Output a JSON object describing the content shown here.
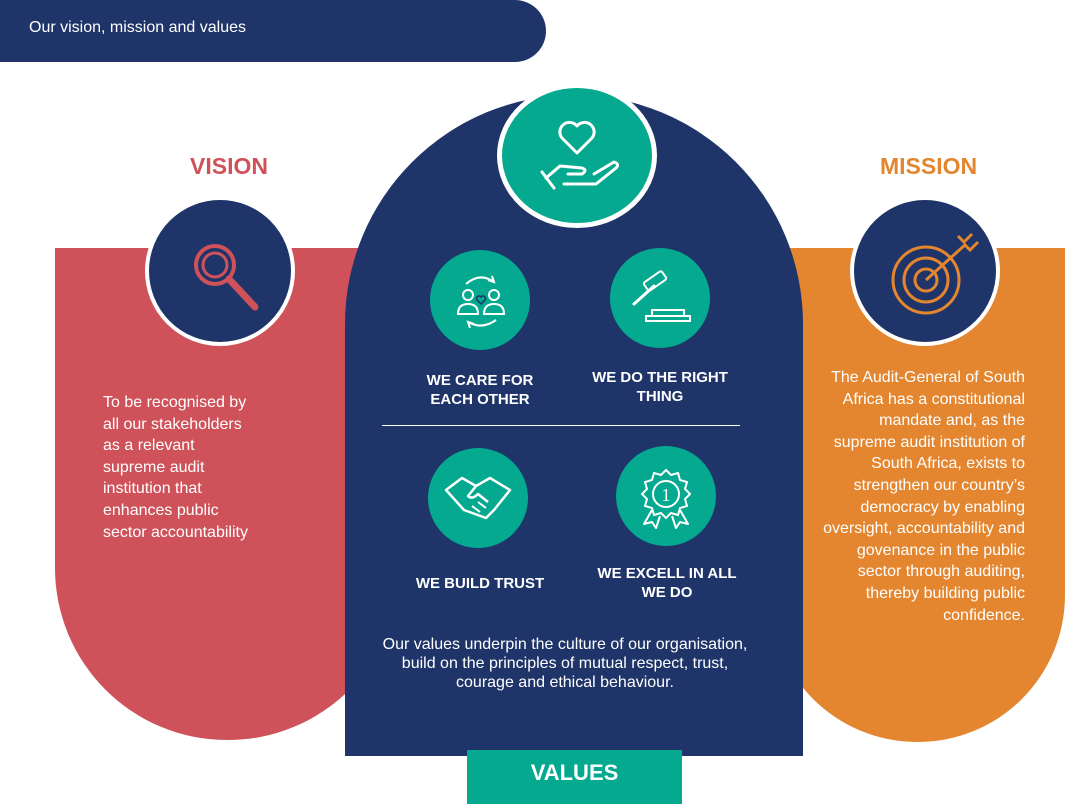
{
  "header": {
    "title": "Our vision, mission and values"
  },
  "vision": {
    "title": "VISION",
    "text": "To be recognised by all our stakeholders as a relevant supreme audit institution that enhances public sector accountability",
    "icon": "magnifier-icon"
  },
  "mission": {
    "title": "MISSION",
    "text": "The Audit-General of South Africa has a constitutional mandate and, as the supreme audit institution of South Africa, exists to strengthen our country’s democracy by enabling oversight, accountability and govenance in the public sector through auditing, thereby building public confidence.",
    "icon": "target-icon"
  },
  "values": {
    "banner": "VALUES",
    "top_icon": "heart-hand-icon",
    "items": [
      {
        "label": "WE CARE FOR EACH OTHER",
        "icon": "people-care-icon"
      },
      {
        "label": "WE DO THE RIGHT THING",
        "icon": "gavel-icon"
      },
      {
        "label": "WE BUILD TRUST",
        "icon": "handshake-icon"
      },
      {
        "label": "WE EXCELL IN ALL WE DO",
        "icon": "award-rosette-icon"
      }
    ],
    "description": "Our values underpin the culture of our organisation, build on the principles of mutual respect, trust, courage and ethical behaviour."
  },
  "colors": {
    "navy": "#1f3468",
    "vision_red": "#cf525a",
    "mission_orange": "#e3862f",
    "values_teal": "#04a98f"
  }
}
